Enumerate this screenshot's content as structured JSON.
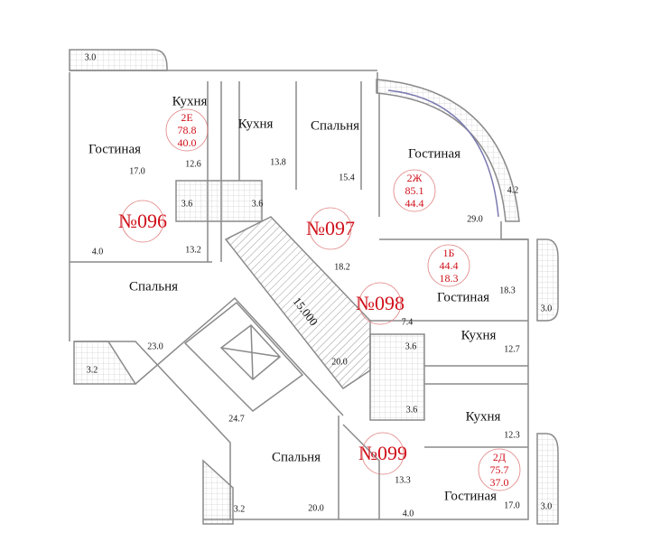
{
  "colors": {
    "wall": "#8a8a8a",
    "accent": "#d0101a",
    "window": "#7a7ab0"
  },
  "stair_level": "15.000",
  "apartments": [
    {
      "number": "№096",
      "type": "2E",
      "total": "78.8",
      "living": "40.0"
    },
    {
      "number": "№097",
      "type": "2Ж",
      "total": "85.1",
      "living": "44.4"
    },
    {
      "number": "№098",
      "type": "1Б",
      "total": "44.4",
      "living": "18.3"
    },
    {
      "number": "№099",
      "type": "2Д",
      "total": "75.7",
      "living": "37.0"
    }
  ],
  "rooms": {
    "r096_kitchen": "Кухня",
    "r096_living": "Гостиная",
    "r096_bedroom": "Спальня",
    "r097_kitchen": "Кухня",
    "r097_bedroom": "Спальня",
    "r097_living": "Гостиная",
    "r098_living": "Гостиная",
    "r098_kitchen": "Кухня",
    "r099_kitchen": "Кухня",
    "r099_bedroom": "Спальня",
    "r099_living": "Гостиная"
  },
  "areas": {
    "a1": "3.0",
    "a2": "17.0",
    "a3": "12.6",
    "a4": "13.8",
    "a5": "15.4",
    "a6": "29.0",
    "a7": "4.2",
    "a8": "3.6",
    "a9": "3.6",
    "a10": "4.0",
    "a11": "13.2",
    "a12": "18.2",
    "a13": "18.3",
    "a14": "3.0",
    "a15": "7.4",
    "a16": "23.0",
    "a17": "3.2",
    "a18": "20.0",
    "a19": "3.6",
    "a20": "12.7",
    "a21": "24.7",
    "a22": "3.6",
    "a23": "12.3",
    "a24": "13.3",
    "a25": "3.2",
    "a26": "20.0",
    "a27": "4.0",
    "a28": "17.0",
    "a29": "3.0"
  }
}
